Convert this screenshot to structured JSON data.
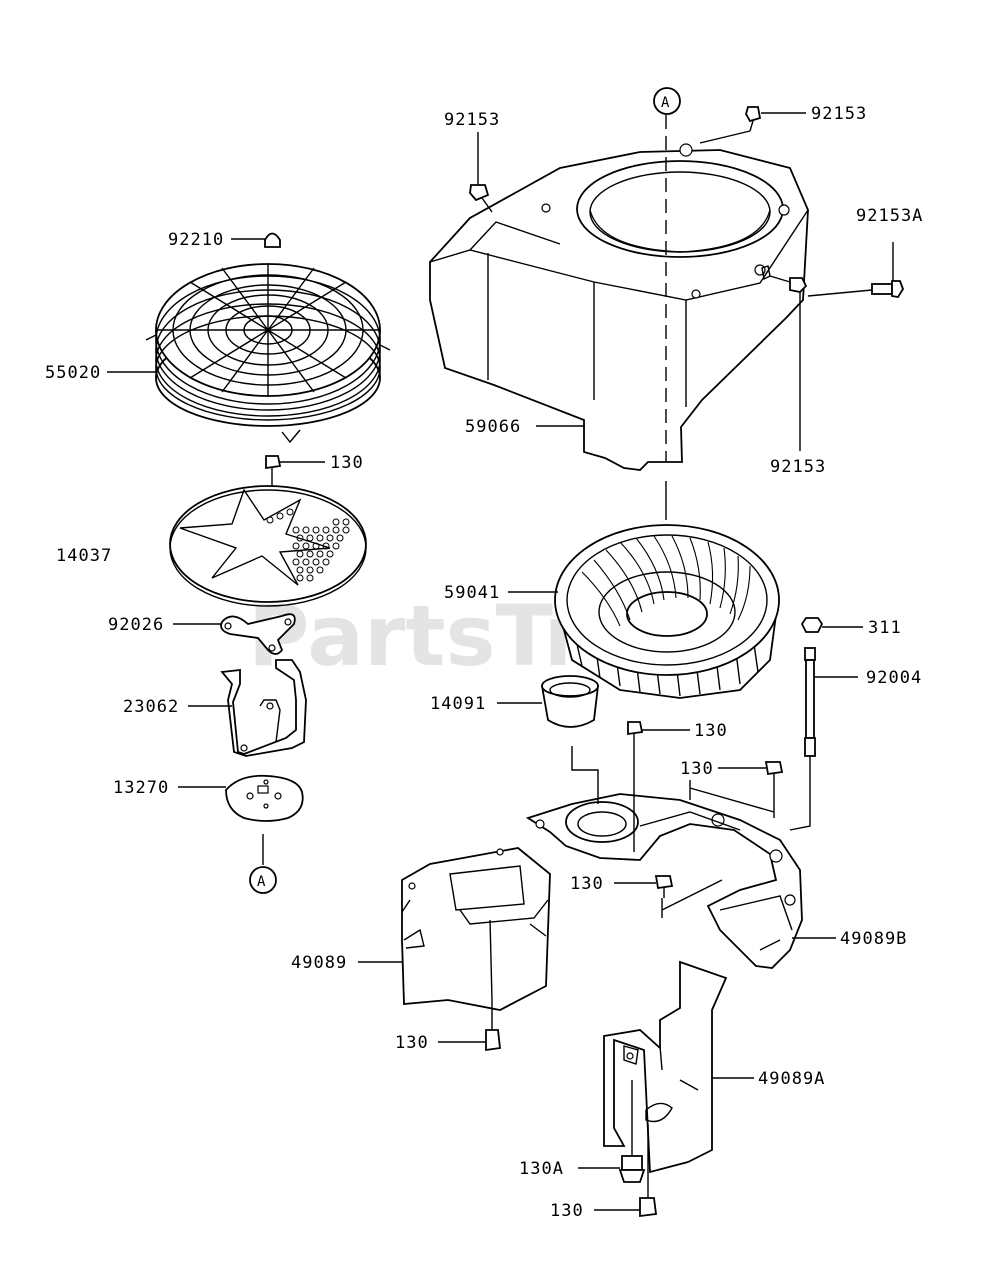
{
  "watermark": "PartsTree",
  "reference_marker": "A",
  "part_labels": {
    "p92153_top_left": "92153",
    "p92153_top_right": "92153",
    "p92153A": "92153A",
    "p92153_right": "92153",
    "p92210": "92210",
    "p55020": "55020",
    "p59066": "59066",
    "p130_a": "130",
    "p14037": "14037",
    "p59041": "59041",
    "p92026": "92026",
    "p311": "311",
    "p92004": "92004",
    "p23062": "23062",
    "p14091": "14091",
    "p130_b": "130",
    "p130_c": "130",
    "p13270": "13270",
    "p130_d": "130",
    "p49089B": "49089B",
    "p49089": "49089",
    "p130_e": "130",
    "p49089A": "49089A",
    "p130A": "130A",
    "p130_f": "130"
  }
}
